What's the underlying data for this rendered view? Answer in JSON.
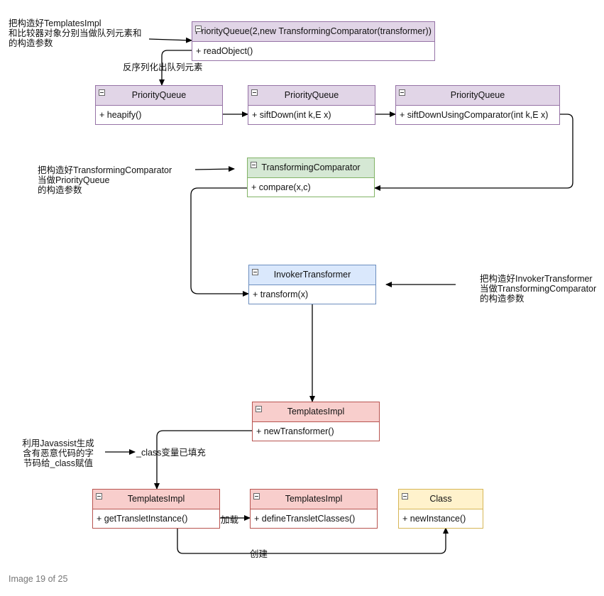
{
  "boxes": {
    "pq_main": {
      "title": "PriorityQueue(2,new TransformingComparator(transformer))",
      "method": "+ readObject()"
    },
    "pq1": {
      "title": "PriorityQueue",
      "method": "+ heapify()"
    },
    "pq2": {
      "title": "PriorityQueue",
      "method": "+ siftDown(int k,E x)"
    },
    "pq3": {
      "title": "PriorityQueue",
      "method": "+ siftDownUsingComparator(int k,E x)"
    },
    "tc": {
      "title": "TransformingComparator",
      "method": "+ compare(x,c)"
    },
    "it": {
      "title": "InvokerTransformer",
      "method": "+ transform(x)"
    },
    "ti1": {
      "title": "TemplatesImpl",
      "method": "+ newTransformer()"
    },
    "ti2": {
      "title": "TemplatesImpl",
      "method": "+ getTransletInstance()"
    },
    "ti3": {
      "title": "TemplatesImpl",
      "method": "+ defineTransletClasses()"
    },
    "cls": {
      "title": "Class",
      "method": "+ newInstance()"
    }
  },
  "notes": {
    "n1": "把构造好TemplatesImpl\n和比较器对象分别当做队列元素和\n的构造参数",
    "n2": "反序列化出队列元素",
    "n3": "把构造好TransformingComparator\n当做PriorityQueue\n的构造参数",
    "n4": "把构造好InvokerTransformer\n当做TransformingComparator\n的构造参数",
    "n5": "利用Javassist生成\n含有恶意代码的字\n节码给_class赋值",
    "n6": "_class变量已填充",
    "n7": "加载",
    "n8": "创建"
  },
  "caption": "Image 19 of 25",
  "colors": {
    "purple_fill": "#e1d5e7",
    "purple_stroke": "#9673a6",
    "green_fill": "#d5e8d4",
    "green_stroke": "#82b366",
    "blue_fill": "#dae8fc",
    "blue_stroke": "#6c8ebf",
    "red_fill": "#f8cecc",
    "red_stroke": "#b85450",
    "yellow_fill": "#fff2cc",
    "yellow_stroke": "#d6b656"
  }
}
